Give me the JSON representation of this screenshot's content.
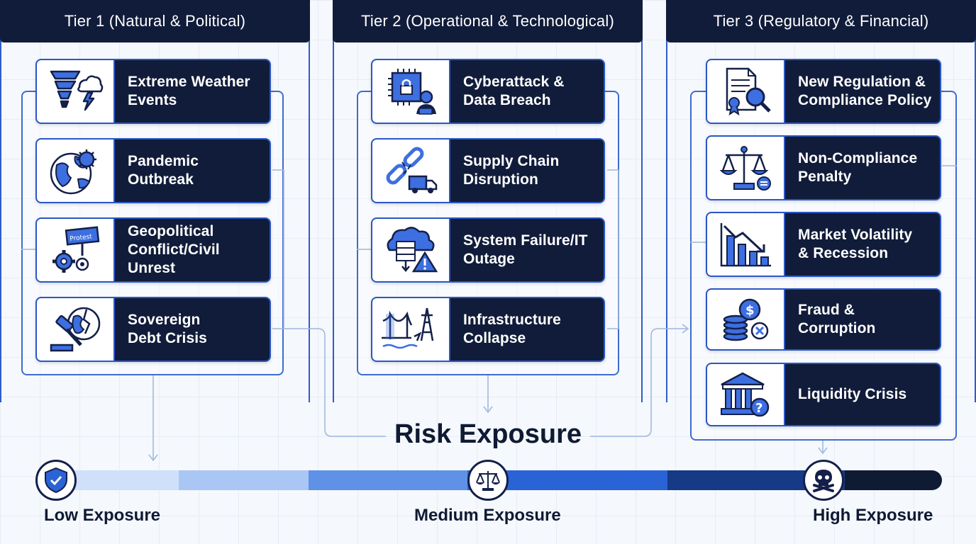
{
  "tiers": [
    {
      "title": "Tier 1 (Natural & Political)",
      "cards": [
        {
          "line1": "Extreme Weather",
          "line2": "Events",
          "icon": "tornado-storm-icon"
        },
        {
          "line1": "Pandemic",
          "line2": "Outbreak",
          "icon": "globe-virus-icon"
        },
        {
          "line1": "Geopolitical",
          "line2": "Conflict/Civil Unrest",
          "icon": "protest-gears-icon"
        },
        {
          "line1": "Sovereign",
          "line2": "Debt Crisis",
          "icon": "gavel-cracked-globe-icon"
        }
      ]
    },
    {
      "title": "Tier 2 (Operational & Technological)",
      "cards": [
        {
          "line1": "Cyberattack &",
          "line2": "Data Breach",
          "icon": "chip-lock-hacker-icon"
        },
        {
          "line1": "Supply Chain",
          "line2": "Disruption",
          "icon": "broken-chain-truck-icon"
        },
        {
          "line1": "System Failure/IT",
          "line2": "Outage",
          "icon": "cloud-server-warning-icon"
        },
        {
          "line1": "Infrastructure",
          "line2": "Collapse",
          "icon": "bridge-tower-collapse-icon"
        }
      ]
    },
    {
      "title": "Tier 3 (Regulatory & Financial)",
      "cards": [
        {
          "line1": "New Regulation &",
          "line2": "Compliance Policy",
          "icon": "document-magnifier-icon"
        },
        {
          "line1": "Non-Compliance",
          "line2": "Penalty",
          "icon": "scales-fine-icon"
        },
        {
          "line1": "Market Volatility",
          "line2": "& Recession",
          "icon": "declining-chart-icon"
        },
        {
          "line1": "Fraud & Corruption",
          "line2": "",
          "icon": "coins-cancel-icon"
        },
        {
          "line1": "Liquidity Crisis",
          "line2": "",
          "icon": "bank-question-icon"
        }
      ]
    }
  ],
  "center_title": "Risk Exposure",
  "exposure_scale": {
    "segments": [
      "#cfe0fb",
      "#a9c6f5",
      "#5f92e6",
      "#2a63d6",
      "#173a86",
      "#0f1a33"
    ],
    "markers": [
      {
        "label": "Low Exposure",
        "icon": "shield-check-icon"
      },
      {
        "label": "Medium Exposure",
        "icon": "scales-icon"
      },
      {
        "label": "High Exposure",
        "icon": "skull-crossbones-icon"
      }
    ]
  },
  "colors": {
    "navy": "#111c3a",
    "accent": "#2a57c4"
  }
}
